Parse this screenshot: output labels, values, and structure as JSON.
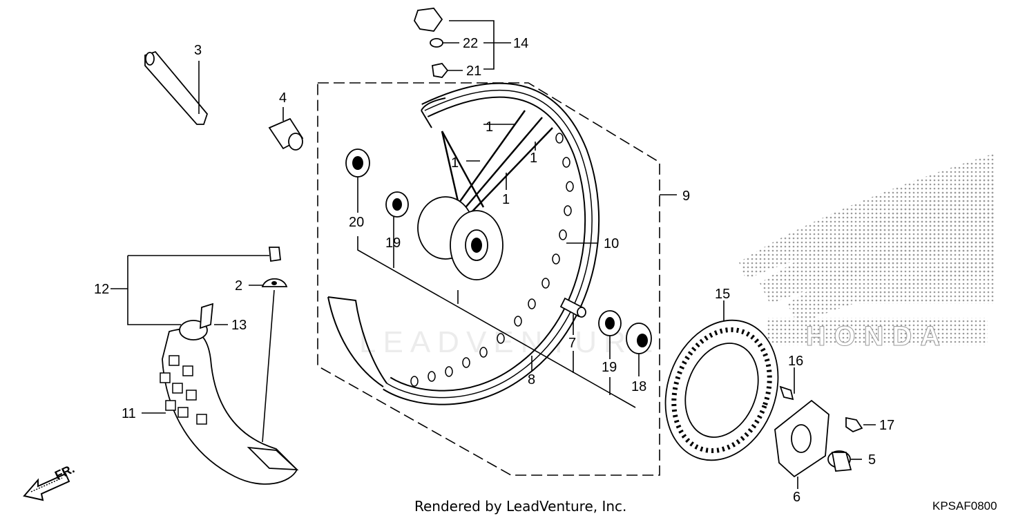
{
  "footer": {
    "credit": "Rendered by LeadVenture, Inc.",
    "code": "KPSAF0800"
  },
  "watermark": {
    "text": "LEADVENTURE",
    "brand_text": "HONDA"
  },
  "direction": {
    "label": "FR."
  },
  "callouts": {
    "c1a": "1",
    "c1b": "1",
    "c1c": "1",
    "c1d": "1",
    "c2": "2",
    "c3": "3",
    "c4": "4",
    "c5": "5",
    "c6": "6",
    "c7": "7",
    "c8": "8",
    "c9": "9",
    "c10": "10",
    "c11": "11",
    "c12": "12",
    "c13": "13",
    "c14": "14",
    "c15": "15",
    "c16": "16",
    "c17": "17",
    "c18": "18",
    "c19a": "19",
    "c19b": "19",
    "c20": "20",
    "c21": "21",
    "c22": "22"
  },
  "colors": {
    "ink": "#000000",
    "logo_dots": "#9a9a9a",
    "watermark": "#ececec"
  }
}
